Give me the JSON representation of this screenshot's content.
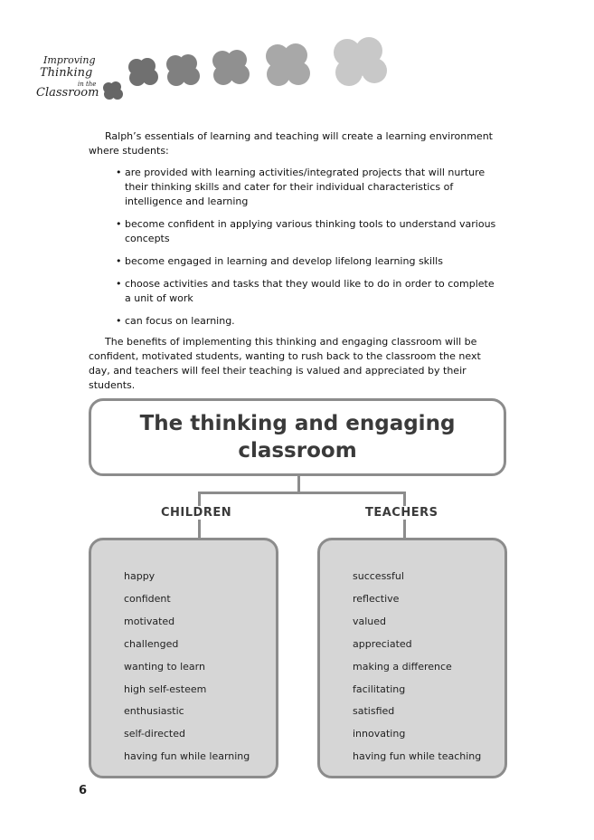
{
  "header": {
    "logo_lines": [
      "Improving",
      "Thinking",
      "in the",
      "Classroom"
    ]
  },
  "body": {
    "intro": "Ralph’s essentials of learning and teaching will create a learning environment where students:",
    "bullets": [
      "are provided with learning activities/integrated projects that will nurture their thinking skills and cater for their individual characteristics of intelligence and learning",
      "become confident in applying various thinking tools to understand various concepts",
      "become engaged in learning and develop lifelong learning skills",
      "choose activities and tasks that they would like to do in order to complete a unit of work",
      "can focus on learning."
    ],
    "conclusion": "The benefits of implementing this thinking and engaging classroom will be confident, motivated students, wanting to rush back to the classroom the next day, and teachers will feel their teaching is valued and appreciated by their students."
  },
  "diagram": {
    "title": "The thinking and engaging classroom",
    "children": {
      "heading": "CHILDREN",
      "items": [
        "happy",
        "confident",
        "motivated",
        "challenged",
        "wanting to learn",
        "high self-esteem",
        "enthusiastic",
        "self-directed",
        "having fun while learning"
      ]
    },
    "teachers": {
      "heading": "TEACHERS",
      "items": [
        "successful",
        "reflective",
        "valued",
        "appreciated",
        "making a difference",
        "facilitating",
        "satisfied",
        "innovating",
        "having fun while teaching"
      ]
    },
    "colors": {
      "border": "#8c8c8c",
      "panel_fill": "#d6d6d6",
      "title_text": "#3a3a3a"
    }
  },
  "footer": {
    "page_number": "6"
  }
}
